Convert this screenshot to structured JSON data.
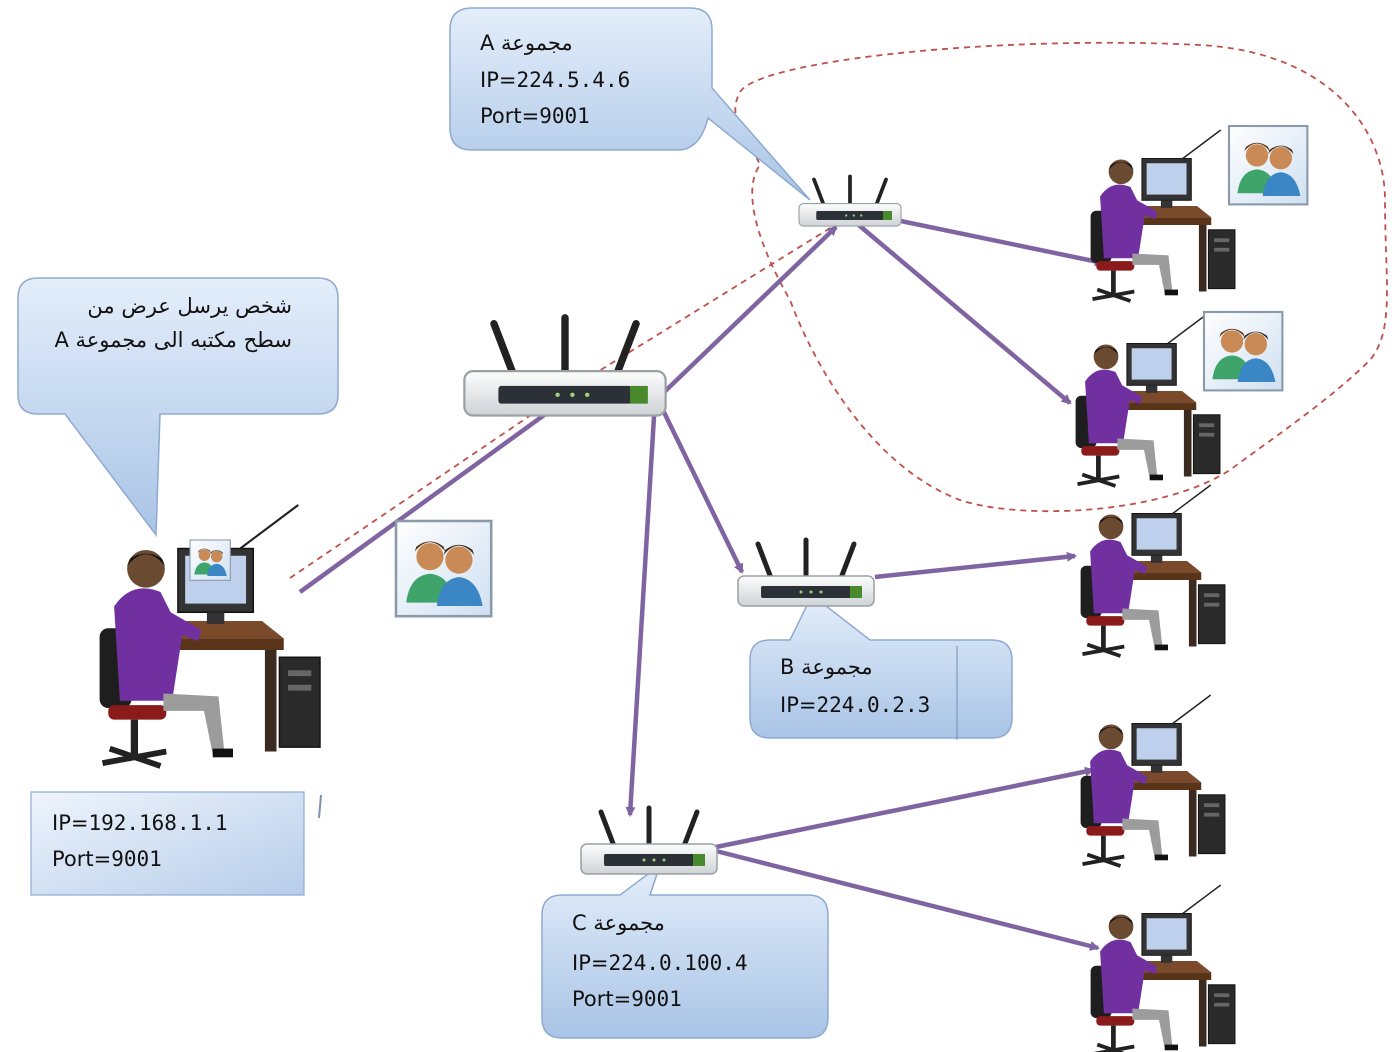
{
  "sender": {
    "caption_line1": "شخص يرسل عرض من",
    "caption_line2": "سطح مكتبه الى مجموعة A",
    "ip_prefix": "IP=",
    "ip_value": "192.168.1.1",
    "port_prefix": "Port=",
    "port_value": "9001"
  },
  "groups": [
    {
      "name": "مجموعة A",
      "ip_prefix": "IP=",
      "ip_value": "224.5.4.6",
      "port_prefix": "Port=",
      "port_value": "9001"
    },
    {
      "name": "مجموعة B",
      "ip_prefix": "IP=",
      "ip_value": "224.0.2.3"
    },
    {
      "name": "مجموعة C",
      "ip_prefix": "IP=",
      "ip_value": "224.0.100.4",
      "port_prefix": "Port=",
      "port_value": "9001"
    }
  ],
  "colors": {
    "arrow": "#8064a2",
    "dashed_boundary": "#c0504d",
    "callout_fill": "#c6d9f1",
    "shirt": "#7030a0"
  },
  "icons": [
    "router-icon",
    "workstation-user-icon",
    "user-group-icon"
  ]
}
